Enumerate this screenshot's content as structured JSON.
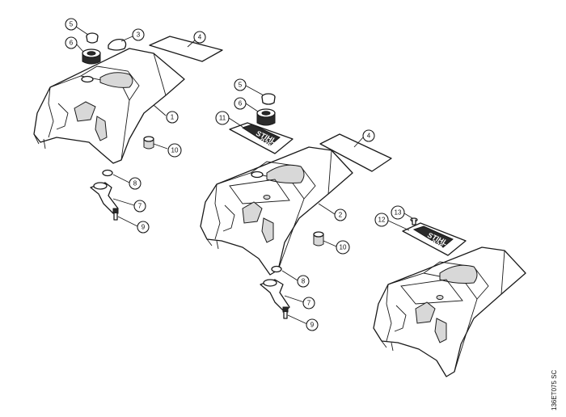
{
  "callouts": [
    {
      "id": "c5a",
      "label": "5"
    },
    {
      "id": "c3a",
      "label": "3"
    },
    {
      "id": "c4a",
      "label": "4"
    },
    {
      "id": "c6a",
      "label": "6"
    },
    {
      "id": "c1a",
      "label": "1"
    },
    {
      "id": "c10a",
      "label": "10"
    },
    {
      "id": "c8a",
      "label": "8"
    },
    {
      "id": "c7a",
      "label": "7"
    },
    {
      "id": "c9a",
      "label": "9"
    },
    {
      "id": "c5b",
      "label": "5"
    },
    {
      "id": "c6b",
      "label": "6"
    },
    {
      "id": "c11b",
      "label": "11"
    },
    {
      "id": "c4b",
      "label": "4"
    },
    {
      "id": "c2b",
      "label": "2"
    },
    {
      "id": "c10b",
      "label": "10"
    },
    {
      "id": "c8b",
      "label": "8"
    },
    {
      "id": "c7b",
      "label": "7"
    },
    {
      "id": "c9b",
      "label": "9"
    },
    {
      "id": "c13c",
      "label": "13"
    },
    {
      "id": "c12c",
      "label": "12"
    }
  ],
  "plates": {
    "plate11": {
      "brand": "STIHL",
      "model": "036"
    },
    "plate12": {
      "brand": "STIHL",
      "model": "036"
    }
  },
  "drawing_code": "136ET075 SC"
}
